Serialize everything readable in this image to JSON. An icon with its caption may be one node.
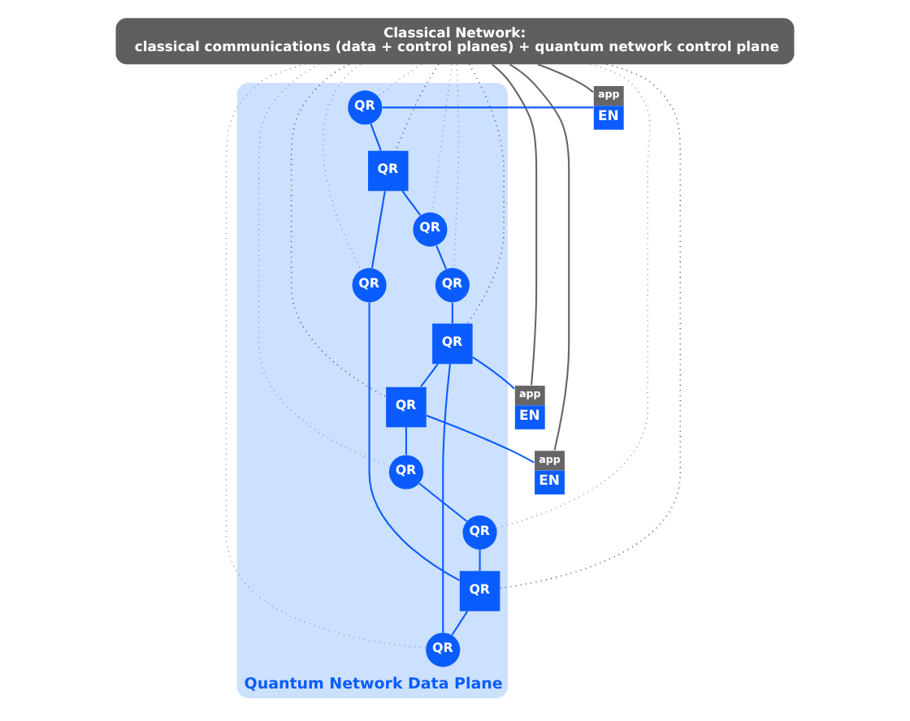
{
  "diagram": {
    "nodes": [
      {
        "text": [
          "Classical Network:",
          "classical communications (data + control planes) + quantum network control plane"
        ]
      },
      {
        "text": [
          "Quantum Network Data Plane"
        ]
      },
      {
        "text": [
          "app",
          "EN"
        ]
      },
      {
        "text": [
          "app",
          "EN"
        ]
      },
      {
        "text": [
          "app",
          "EN"
        ]
      },
      {
        "text": [
          "QR"
        ],
        "in": 1
      },
      {
        "text": [
          "QR"
        ],
        "in": 1
      },
      {
        "text": [
          "QR"
        ],
        "in": 1
      },
      {
        "text": [
          "QR"
        ],
        "in": 1
      },
      {
        "text": [
          "QR"
        ],
        "in": 1
      },
      {
        "text": [
          "QR"
        ],
        "in": 1
      },
      {
        "text": [
          "QR"
        ],
        "in": 1
      },
      {
        "text": [
          "QR"
        ],
        "in": 1
      },
      {
        "text": [
          "QR"
        ],
        "in": 1
      },
      {
        "text": [
          "QR"
        ],
        "in": 1
      },
      {
        "text": [
          "QR"
        ],
        "in": 1
      }
    ],
    "edges": [
      {
        "from": 0,
        "to": 2,
        "arrow": "none",
        "color": "#666666"
      },
      {
        "from": 0,
        "to": 3,
        "arrow": "none",
        "color": "#666666"
      },
      {
        "from": 0,
        "to": 4,
        "arrow": "none",
        "color": "#666666"
      },
      {
        "from": 0,
        "to": 5,
        "arrow": "none",
        "style": "dashed",
        "color": "#999999"
      },
      {
        "from": 0,
        "to": 6,
        "arrow": "none",
        "style": "dashed",
        "color": "#555555"
      },
      {
        "from": 0,
        "to": 7,
        "arrow": "none",
        "style": "dashed",
        "color": "#999999"
      },
      {
        "from": 0,
        "to": 8,
        "arrow": "none",
        "style": "dashed",
        "color": "#999999"
      },
      {
        "from": 0,
        "to": 9,
        "arrow": "none",
        "style": "dashed",
        "color": "#999999"
      },
      {
        "from": 0,
        "to": 10,
        "arrow": "none",
        "style": "dashed",
        "color": "#555555"
      },
      {
        "from": 0,
        "to": 11,
        "arrow": "none",
        "style": "dashed",
        "color": "#999999"
      },
      {
        "from": 0,
        "to": 12,
        "arrow": "none",
        "style": "dashed",
        "color": "#555555"
      },
      {
        "from": 0,
        "to": 13,
        "arrow": "none",
        "style": "dashed",
        "color": "#555555"
      },
      {
        "from": 0,
        "to": 14,
        "arrow": "none",
        "style": "dashed",
        "color": "#999999"
      },
      {
        "from": 0,
        "to": 15,
        "arrow": "none",
        "style": "dashed",
        "color": "#999999"
      },
      {
        "from": 2,
        "to": 5,
        "arrow": "none"
      },
      {
        "from": 5,
        "to": 6,
        "arrow": "none"
      },
      {
        "from": 6,
        "to": 7,
        "arrow": "none"
      },
      {
        "from": 7,
        "to": 8,
        "arrow": "none"
      },
      {
        "from": 8,
        "to": 12,
        "arrow": "none"
      },
      {
        "from": 12,
        "to": 3,
        "arrow": "none"
      },
      {
        "from": 12,
        "to": 13,
        "arrow": "none"
      },
      {
        "from": 13,
        "to": 4,
        "arrow": "none"
      },
      {
        "from": 13,
        "to": 14,
        "arrow": "none"
      },
      {
        "from": 14,
        "to": 15,
        "arrow": "none"
      },
      {
        "from": 15,
        "to": 10,
        "arrow": "none"
      },
      {
        "from": 10,
        "to": 11,
        "arrow": "none"
      },
      {
        "from": 11,
        "to": 12,
        "arrow": "none"
      },
      {
        "from": 6,
        "to": 9,
        "arrow": "none"
      },
      {
        "from": 9,
        "to": 10,
        "arrow": "none"
      }
    ]
  }
}
